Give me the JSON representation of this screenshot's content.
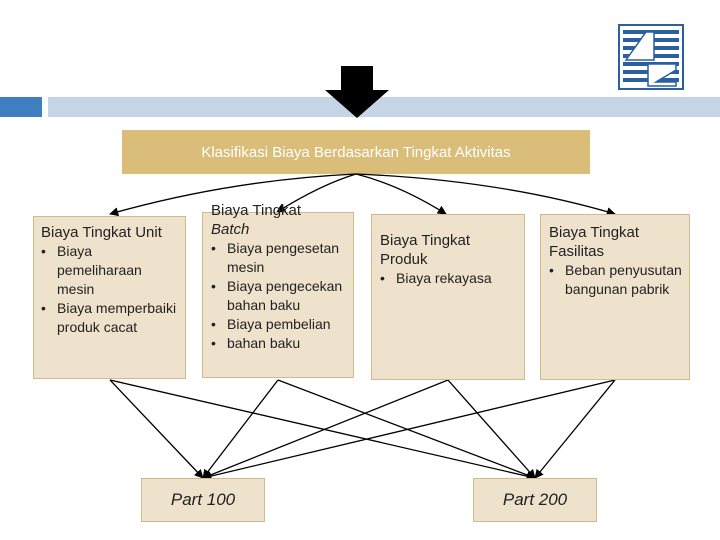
{
  "header": {
    "title": "Klasifikasi Biaya Berdasarkan Tingkat Aktivitas"
  },
  "boxes": [
    {
      "title": "Biaya Tingkat Unit",
      "items": [
        "Biaya pemeliharaan mesin",
        "Biaya memperbaiki produk cacat"
      ]
    },
    {
      "title_line1": "Biaya Tingkat",
      "title_line2": "Batch",
      "items": [
        "Biaya pengesetan mesin",
        "Biaya pengecekan bahan baku",
        "Biaya pembelian",
        "bahan baku"
      ]
    },
    {
      "title": "Biaya Tingkat Produk",
      "items": [
        "Biaya rekayasa"
      ]
    },
    {
      "title": "Biaya Tingkat Fasilitas",
      "items": [
        "Beban penyusutan bangunan pabrik"
      ]
    }
  ],
  "parts": [
    "Part 100",
    "Part 200"
  ],
  "colors": {
    "accent_blue": "#3f7fbf",
    "header_gold": "#d9bd79",
    "box_fill": "#efe2cc"
  }
}
